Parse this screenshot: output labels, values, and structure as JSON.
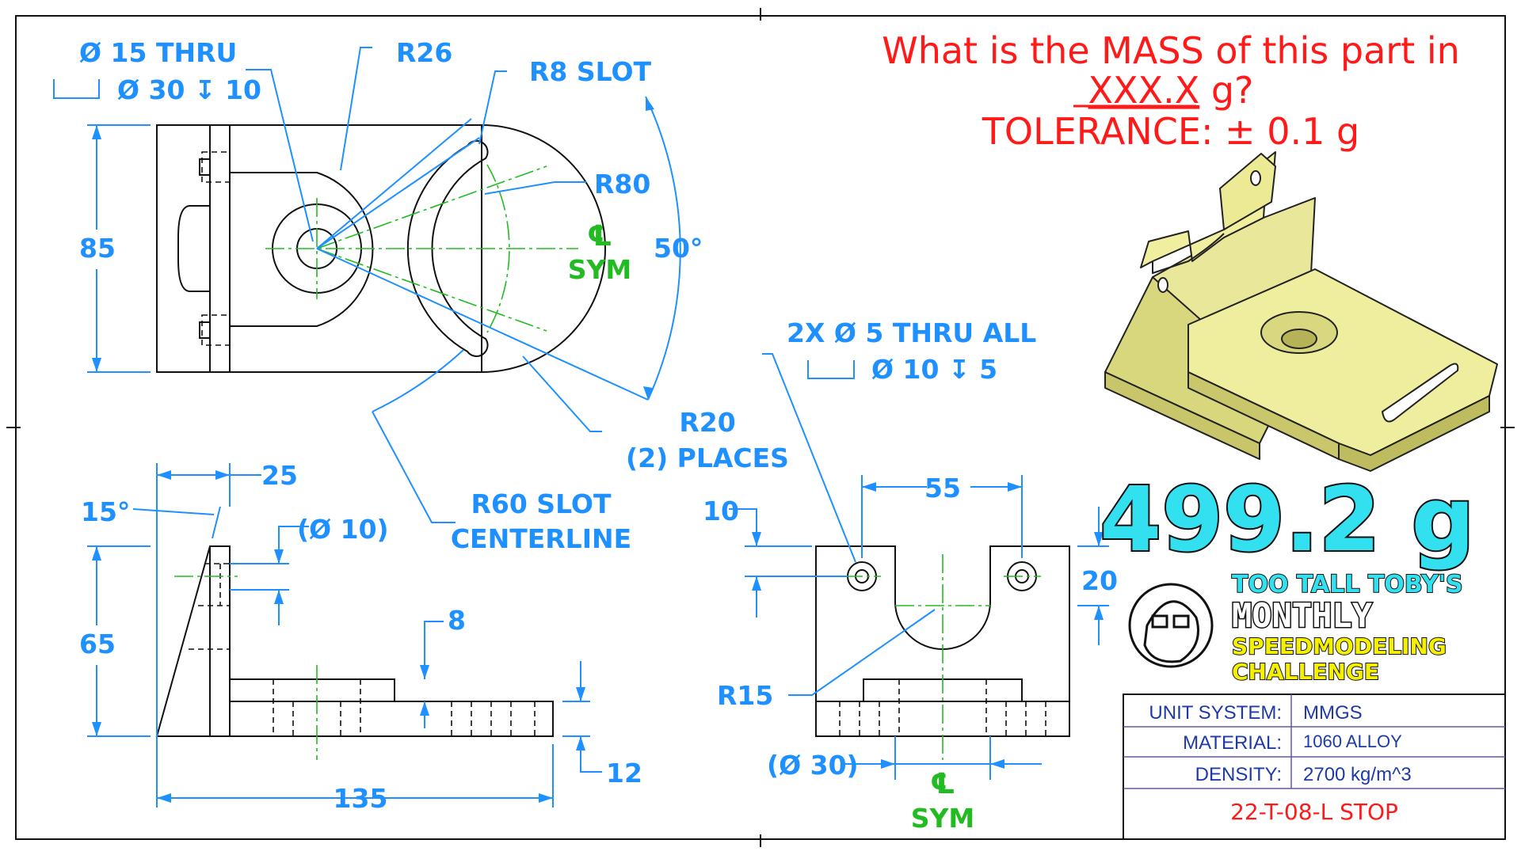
{
  "question": {
    "line1": "What is the MASS of this part in",
    "line2_underlined": "XXX.X",
    "line2_rest": " g?",
    "line3": "TOLERANCE:  ± 0.1 g"
  },
  "answer": "499.2 g",
  "branding": {
    "line1": "TOO TALL TOBY'S",
    "line2": "MONTHLY",
    "line3": "SPEEDMODELING",
    "line4": "CHALLENGE"
  },
  "title_block": {
    "rows": [
      {
        "label": "UNIT SYSTEM:",
        "value": "MMGS"
      },
      {
        "label": "MATERIAL:",
        "value": "1060 ALLOY"
      },
      {
        "label": "DENSITY:",
        "value": "2700 kg/m^3"
      }
    ],
    "part_number": "22-T-08-L STOP"
  },
  "dimensions": {
    "hole_thru": "Ø 15 THRU",
    "cbore": "Ø 30 ↧ 10",
    "r26": "R26",
    "r8_slot": "R8 SLOT",
    "r80": "R80",
    "height_85": "85",
    "angle_50": "50°",
    "r20": "R20",
    "r20_places": "(2) PLACES",
    "r60_slot_1": "R60 SLOT",
    "r60_slot_2": "CENTERLINE",
    "two_x_holes": "2X  Ø  5 THRU ALL",
    "two_x_cbore": "Ø  10 ↧  5",
    "d25": "25",
    "a15": "15°",
    "d10_ref": "(Ø 10)",
    "d65": "65",
    "d8": "8",
    "d12": "12",
    "d135": "135",
    "d55": "55",
    "d10": "10",
    "d20": "20",
    "r15": "R15",
    "d30_ref": "(Ø 30)",
    "cl_glyph": "℄",
    "sym": "SYM"
  },
  "colors": {
    "dimension": "#1e90ff",
    "symmetry": "#22bb22",
    "question": "#ff1a1a",
    "answer_fill": "#33e0f0",
    "brand_cyan": "#33e0f0",
    "brand_yellow": "#f4f000",
    "part_fill": "#e8e79a"
  }
}
